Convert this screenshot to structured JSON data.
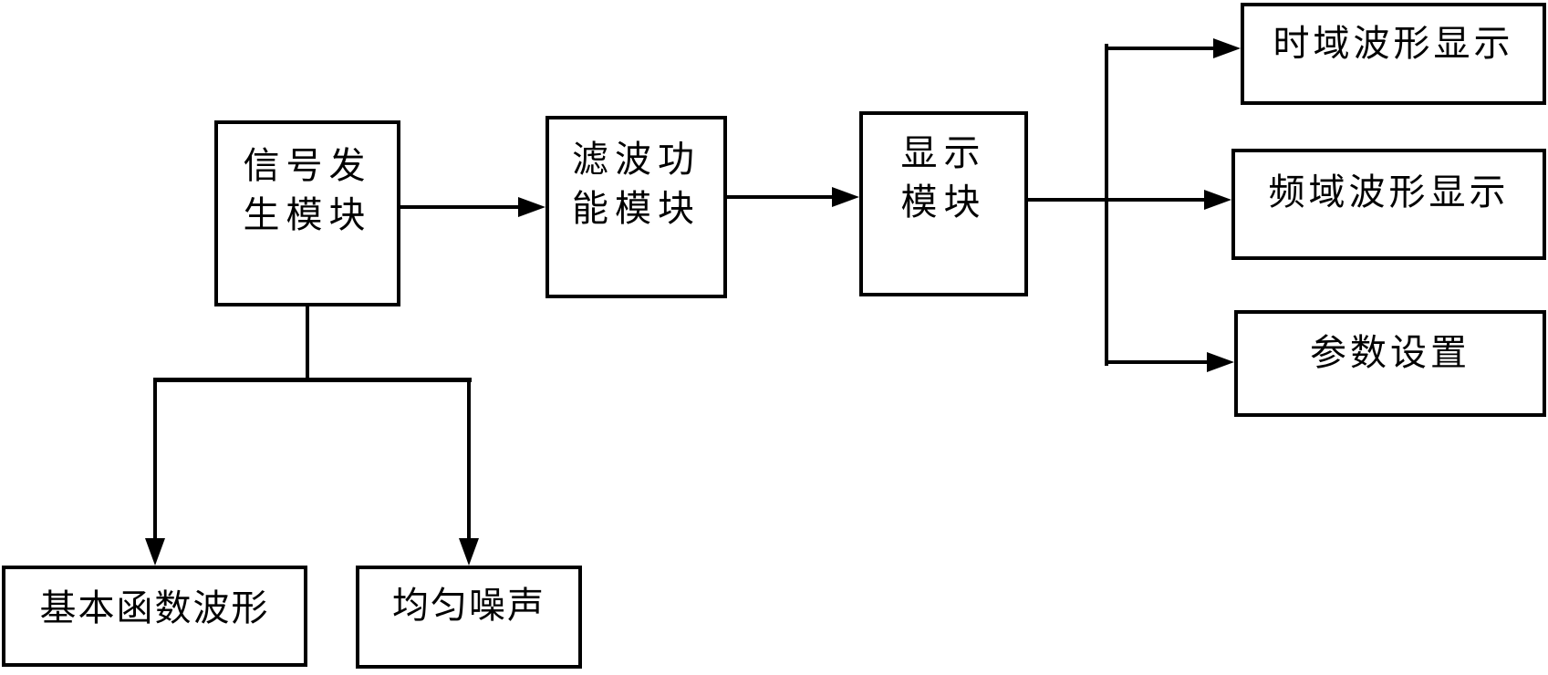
{
  "diagram": {
    "type": "flowchart",
    "background_color": "#ffffff",
    "line_color": "#000000",
    "nodes": {
      "signal_gen": {
        "label": "信号发生模块",
        "lines": [
          "信号发",
          "生模块"
        ]
      },
      "filter": {
        "label": "滤波功能模块",
        "lines": [
          "滤波功",
          "能模块"
        ]
      },
      "display": {
        "label": "显示模块",
        "lines": [
          "显示",
          "模块"
        ]
      },
      "time_domain": {
        "label": "时域波形显示",
        "lines": [
          "时域波形显示"
        ]
      },
      "freq_domain": {
        "label": "频域波形显示",
        "lines": [
          "频域波形显示"
        ]
      },
      "param_setting": {
        "label": "参数设置",
        "lines": [
          "参数设置"
        ]
      },
      "basic_wave": {
        "label": "基本函数波形",
        "lines": [
          "基本函数波形"
        ]
      },
      "uniform_noise": {
        "label": "均匀噪声",
        "lines": [
          "均匀噪声"
        ]
      }
    },
    "edges": [
      {
        "from": "signal_gen",
        "to": "filter"
      },
      {
        "from": "filter",
        "to": "display"
      },
      {
        "from": "display",
        "to": "time_domain"
      },
      {
        "from": "display",
        "to": "freq_domain"
      },
      {
        "from": "display",
        "to": "param_setting"
      },
      {
        "from": "signal_gen",
        "to": "basic_wave"
      },
      {
        "from": "signal_gen",
        "to": "uniform_noise"
      }
    ]
  }
}
